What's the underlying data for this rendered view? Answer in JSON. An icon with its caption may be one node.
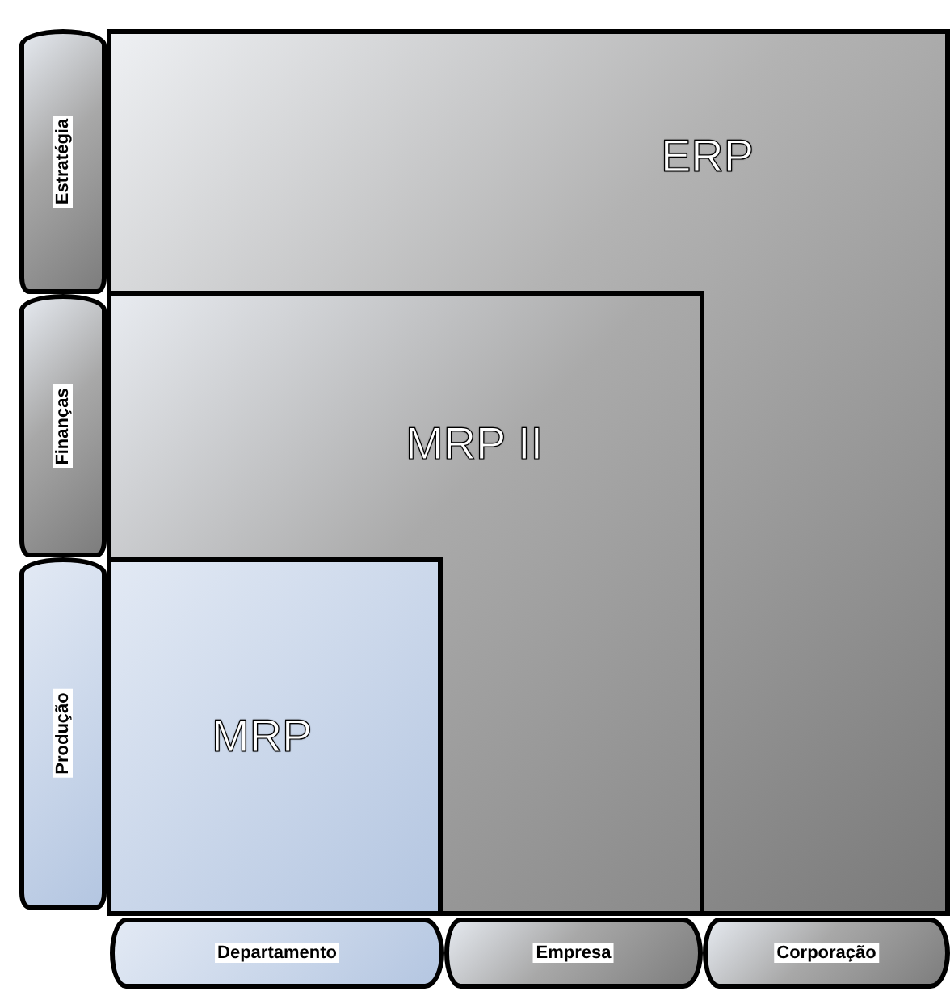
{
  "diagram": {
    "nodes": [
      {
        "text": [
          "ERP"
        ]
      },
      {
        "text": [
          "MRP II"
        ],
        "in": 0
      },
      {
        "text": [
          "MRP"
        ],
        "in": 1
      },
      {
        "text": [
          "Estratégia"
        ]
      },
      {
        "text": [
          "Finanças"
        ]
      },
      {
        "text": [
          "Produção"
        ]
      },
      {
        "text": [
          "Departamento"
        ]
      },
      {
        "text": [
          "Empresa"
        ]
      },
      {
        "text": [
          "Corporação"
        ]
      }
    ]
  }
}
